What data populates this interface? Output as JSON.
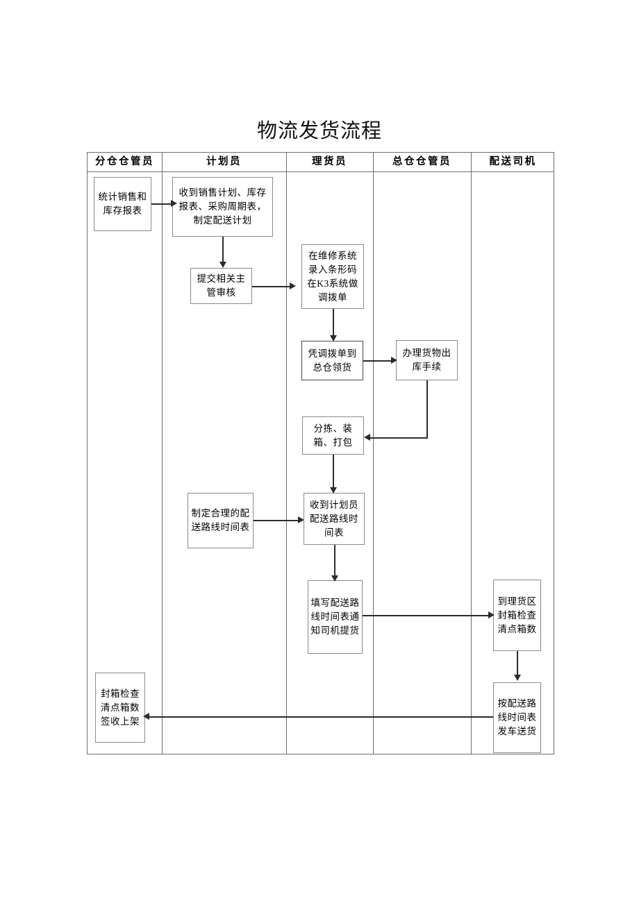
{
  "title": "物流发货流程",
  "lanes": [
    {
      "id": "lane-branch-warehouse-keeper",
      "label": "分仓仓管员"
    },
    {
      "id": "lane-planner",
      "label": "计划员"
    },
    {
      "id": "lane-stock-clerk",
      "label": "理货员"
    },
    {
      "id": "lane-main-warehouse-keeper",
      "label": "总仓仓管员"
    },
    {
      "id": "lane-delivery-driver",
      "label": "配送司机"
    }
  ],
  "nodes": [
    {
      "id": "n1",
      "name": "node-statistics-sales-inventory-report",
      "lane": "分仓仓管员",
      "text": "统计销售和库存报表"
    },
    {
      "id": "n2",
      "name": "node-receive-plans-make-delivery-plan",
      "lane": "计划员",
      "text": "收到销售计划、库存报表、采购周期表，制定配送计划"
    },
    {
      "id": "n3",
      "name": "node-submit-supervisor-review",
      "lane": "计划员",
      "text": "提交相关主管审核"
    },
    {
      "id": "n4",
      "name": "node-enter-barcode-k3-transfer-order",
      "lane": "理货员",
      "text": "在维修系统录入条形码在K3系统做调拨单"
    },
    {
      "id": "n5",
      "name": "node-collect-goods-with-transfer-order",
      "lane": "理货员",
      "text": "凭调拨单到总仓领货"
    },
    {
      "id": "n6",
      "name": "node-process-outbound-procedures",
      "lane": "总仓仓管员",
      "text": "办理货物出库手续"
    },
    {
      "id": "n7",
      "name": "node-sort-pack-box",
      "lane": "理货员",
      "text": "分拣、装箱、打包"
    },
    {
      "id": "n8",
      "name": "node-make-reasonable-route-schedule",
      "lane": "计划员",
      "text": "制定合理的配送路线时间表"
    },
    {
      "id": "n9",
      "name": "node-receive-planner-route-schedule",
      "lane": "理货员",
      "text": "收到计划员配送路线时间表"
    },
    {
      "id": "n10",
      "name": "node-fill-route-schedule-notify-driver",
      "lane": "理货员",
      "text": "填写配送路线时间表通知司机提货"
    },
    {
      "id": "n11",
      "name": "node-seal-check-count-boxes-at-area",
      "lane": "配送司机",
      "text": "到理货区封箱检查清点箱数"
    },
    {
      "id": "n12",
      "name": "node-dispatch-by-route-schedule",
      "lane": "配送司机",
      "text": "按配送路线时间表发车送货"
    },
    {
      "id": "n13",
      "name": "node-seal-check-sign-shelve",
      "lane": "分仓仓管员",
      "text": "封箱检查清点箱数签收上架"
    }
  ],
  "flow": [
    {
      "from": "n1",
      "to": "n2",
      "direction": "right"
    },
    {
      "from": "n2",
      "to": "n3",
      "direction": "down"
    },
    {
      "from": "n3",
      "to": "n4",
      "direction": "right"
    },
    {
      "from": "n4",
      "to": "n5",
      "direction": "down"
    },
    {
      "from": "n5",
      "to": "n6",
      "direction": "right"
    },
    {
      "from": "n6",
      "to": "n7",
      "direction": "down-left"
    },
    {
      "from": "n7",
      "to": "n9",
      "direction": "down"
    },
    {
      "from": "n8",
      "to": "n9",
      "direction": "right"
    },
    {
      "from": "n9",
      "to": "n10",
      "direction": "down"
    },
    {
      "from": "n10",
      "to": "n11",
      "direction": "right"
    },
    {
      "from": "n11",
      "to": "n12",
      "direction": "down"
    },
    {
      "from": "n12",
      "to": "n13",
      "direction": "left"
    }
  ],
  "colors": {
    "page_background": "#ffffff",
    "box_border": "#8a8a8a",
    "table_border": "#6d6d6d",
    "connector": "#2b2b2b",
    "text": "#000000"
  }
}
